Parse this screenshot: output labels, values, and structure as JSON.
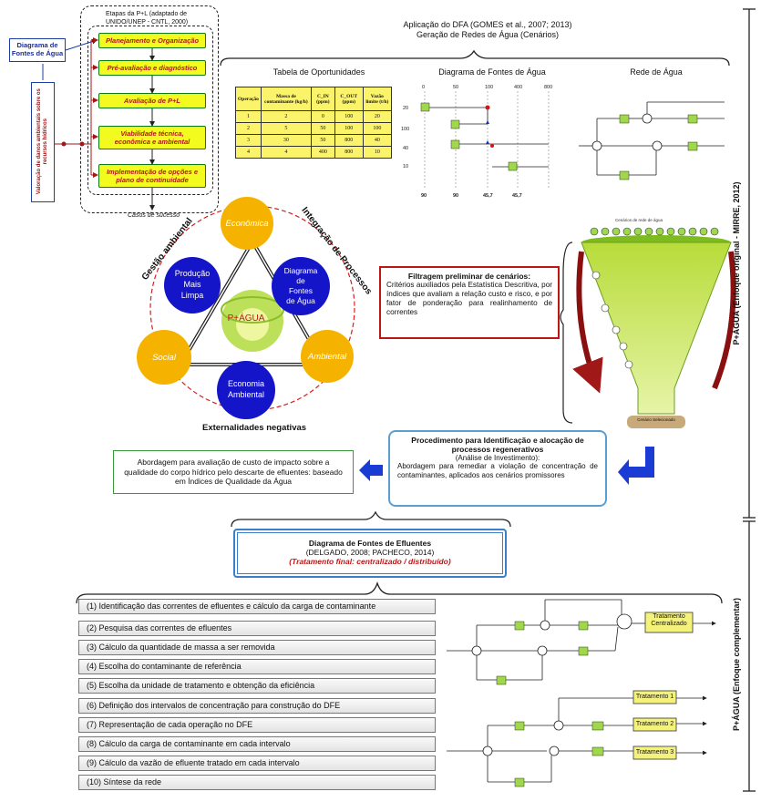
{
  "top_left": {
    "source_box": "Diagrama de\nFontes de Água",
    "vertical_label": "Valoração de danos ambientais sobre os recursos hídricos",
    "stages_title": "Etapas da P+L (adaptado de UNIDO/UNEP - CNTL, 2000)",
    "stages": [
      "Planejamento e Organização",
      "Pré-avaliação e diagnóstico",
      "Avaliação de P+L",
      "Viabilidade técnica, econômica e ambiental",
      "Implementação de opções e plano de continuidade"
    ],
    "cases": "Casos de sucesso"
  },
  "dfa_header": {
    "line1": "Aplicação do DFA (GOMES et al., 2007; 2013)",
    "line2": "Geração de Redes de Água (Cenários)"
  },
  "opportunities": {
    "title": "Tabela de Oportunidades",
    "headers": [
      "Operação",
      "Massa de contaminante (kg/h)",
      "C_IN (ppm)",
      "C_OUT (ppm)",
      "Vazão limite (t/h)"
    ],
    "rows": [
      [
        "1",
        "2",
        "0",
        "100",
        "20"
      ],
      [
        "2",
        "5",
        "50",
        "100",
        "100"
      ],
      [
        "3",
        "30",
        "50",
        "800",
        "40"
      ],
      [
        "4",
        "4",
        "400",
        "800",
        "10"
      ]
    ]
  },
  "dfa_diagram": {
    "title": "Diagrama de Fontes de Água",
    "concentrations": [
      "0",
      "50",
      "100",
      "400",
      "800"
    ],
    "left_values": [
      "20",
      "100",
      "40",
      "10"
    ],
    "bottom_values": [
      "90",
      "90",
      "45,7",
      "45,7"
    ]
  },
  "network": {
    "title": "Rede de Água"
  },
  "filter": {
    "title": "Filtragem preliminar de cenários:",
    "body": "Critérios auxiliados pela Estatística Descritiva, por índices que avaliam a relação custo e risco, e por fator de ponderação para realinhamento de correntes",
    "funnel_top": "Cenários de rede de água",
    "funnel_bottom": "Cenário Selecionado"
  },
  "wheel": {
    "center": "P+ÁGUA",
    "economic": "Econômica",
    "social": "Social",
    "ambiental": "Ambiental",
    "producao": "Produção\nMais\nLimpa",
    "dfa": "Diagrama\nde\nFontes\nde Água",
    "economia": "Economia\nAmbiental",
    "arc_left": "Gestão ambiental",
    "arc_right": "Integração de Processos",
    "arc_bottom": "Externalidades negativas"
  },
  "right_labels": {
    "upper": "P+ÁGUA (Enfoque original - MIRRE, 2012)",
    "lower": "P+ÁGUA (Enfoque complementar)"
  },
  "procedure": {
    "title": "Procedimento para Identificação e alocação de processos regenerativos",
    "subtitle": "(Análise de Investimento):",
    "body": "Abordagem para remediar a violação de concentração de contaminantes, aplicados aos cenários promissores"
  },
  "approach": {
    "body": "Abordagem para avaliação de custo de impacto sobre a qualidade do corpo hídrico pelo descarte de efluentes: baseado em Índices de Qualidade da Água"
  },
  "dfe": {
    "title": "Diagrama de Fontes de Efluentes",
    "refs": "(DELGADO, 2008; PACHECO, 2014)",
    "treatment": "(Tratamento final: centralizado / distribuído)"
  },
  "steps": [
    "(1) Identificação das correntes de efluentes e cálculo da carga de contaminante",
    "(2) Pesquisa das correntes de efluentes",
    "(3) Cálculo da quantidade de massa a ser removida",
    "(4) Escolha do contaminante de referência",
    "(5) Escolha da unidade de tratamento e obtenção da eficiência",
    "(6) Definição dos intervalos de concentração para construção do DFE",
    "(7) Representação de cada operação no DFE",
    "(8) Cálculo da carga de contaminante em cada intervalo",
    "(9) Cálculo da vazão de efluente tratado em cada intervalo",
    "(10) Síntese da rede"
  ],
  "treatments": {
    "central": "Tratamento\nCentralizado",
    "t1": "Tratamento 1",
    "t2": "Tratamento 2",
    "t3": "Tratamento 3"
  }
}
